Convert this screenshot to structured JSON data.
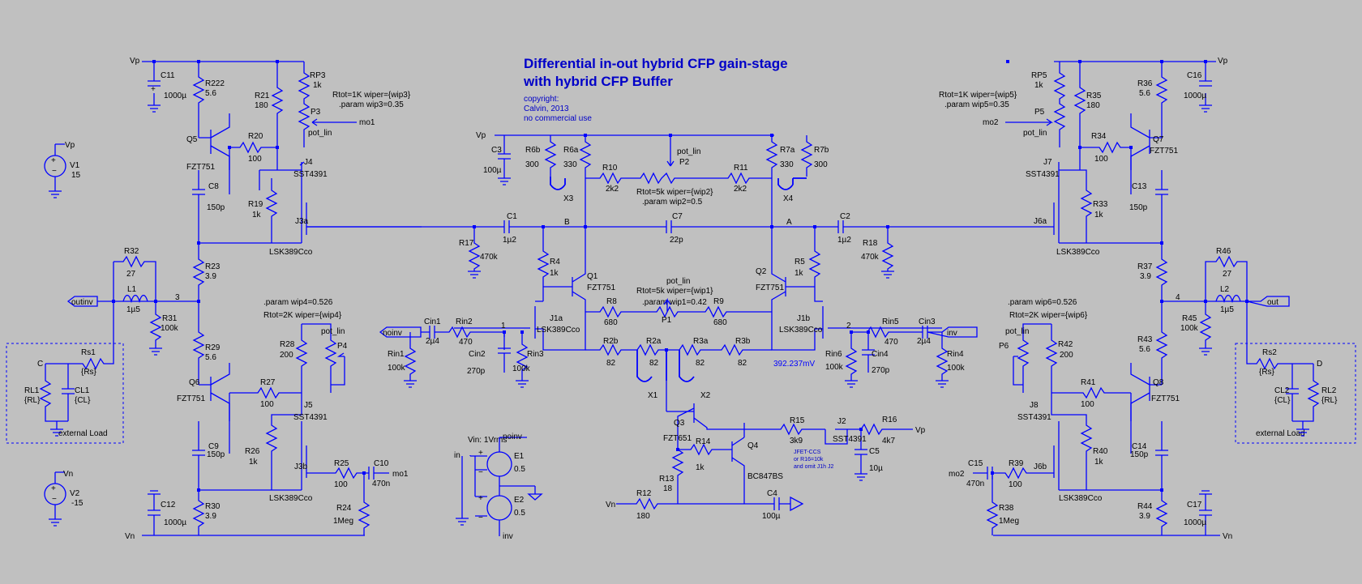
{
  "title_lines": [
    "Differential in-out hybrid CFP gain-stage",
    "with hybrid CFP Buffer"
  ],
  "copyright": [
    "copyright:",
    "Calvin, 2013",
    "no commercial use"
  ],
  "jfet_note": [
    "JFET-CCS",
    "or R16=10k",
    "and omit J1h J2"
  ],
  "probe_voltage": "392.237mV",
  "nets": {
    "vp": "Vp",
    "vn": "Vn",
    "noinv": "noinv",
    "inv": "inv",
    "outinv": "outinv",
    "out": "out",
    "mo1": "mo1",
    "mo2": "mo2",
    "in": "in",
    "b": "B",
    "a": "A",
    "n1": "1",
    "n2": "2",
    "n3": "3",
    "n4": "4",
    "c": "C",
    "d": "D"
  },
  "sources": {
    "v1": [
      "V1",
      "15"
    ],
    "v2": [
      "V2",
      "-15"
    ],
    "e1": [
      "E1",
      "0.5"
    ],
    "e2": [
      "E2",
      "0.5"
    ],
    "vin": "Vin: 1Vrms"
  },
  "directives": {
    "p3": [
      "Rtot=1K wiper={wip3}",
      ".param wip3=0.35"
    ],
    "p5": [
      "Rtot=1K wiper={wip5}",
      ".param wip5=0.35"
    ],
    "p2": [
      "Rtot=5k wiper={wip2}",
      ".param wip2=0.5"
    ],
    "p1": [
      "pot_lin",
      "Rtot=5k wiper={wip1}",
      ".param wip1=0.42"
    ],
    "p4": [
      ".param wip4=0.526",
      "Rtot=2K wiper={wip4}"
    ],
    "p6": [
      ".param wip6=0.526",
      "Rtot=2K wiper={wip6}"
    ]
  },
  "load_label": "external Load",
  "components": {
    "c11": [
      "C11",
      "1000µ"
    ],
    "r222": [
      "R222",
      "5.6"
    ],
    "r21": [
      "R21",
      "180"
    ],
    "rp3": [
      "RP3",
      "1k"
    ],
    "p3": [
      "P3",
      "pot_lin"
    ],
    "q5": [
      "Q5",
      "FZT751"
    ],
    "r20": [
      "R20",
      "100"
    ],
    "j4": [
      "J4",
      "SST4391"
    ],
    "c8": [
      "C8",
      "150p"
    ],
    "r19": [
      "R19",
      "1k"
    ],
    "j3a": [
      "J3a",
      "LSK389Cco"
    ],
    "r32": [
      "R32",
      "27"
    ],
    "l1": [
      "L1",
      "1µ5"
    ],
    "r31": [
      "R31",
      "100k"
    ],
    "r23": [
      "R23",
      "3.9"
    ],
    "r29": [
      "R29",
      "5.6"
    ],
    "r28": [
      "R28",
      "200"
    ],
    "p4": [
      "P4",
      "pot_lin"
    ],
    "q6": [
      "Q6",
      "FZT751"
    ],
    "r27": [
      "R27",
      "100"
    ],
    "j5": [
      "J5",
      "SST4391"
    ],
    "c9": [
      "C9",
      "150p"
    ],
    "r26": [
      "R26",
      "1k"
    ],
    "j3b": [
      "J3b",
      "LSK389Cco"
    ],
    "r25": [
      "R25",
      "100"
    ],
    "c10": [
      "C10",
      "470n"
    ],
    "r24": [
      "R24",
      "1Meg"
    ],
    "c12": [
      "C12",
      "1000µ"
    ],
    "r30": [
      "R30",
      "3.9"
    ],
    "rs1": [
      "Rs1",
      "{Rs}"
    ],
    "rl1": [
      "RL1",
      "{RL}"
    ],
    "cl1": [
      "CL1",
      "{CL}"
    ],
    "c3": [
      "C3",
      "100µ"
    ],
    "r6b": [
      "R6b",
      "300"
    ],
    "r6a": [
      "R6a",
      "330"
    ],
    "x3": "X3",
    "r10": [
      "R10",
      "2k2"
    ],
    "p2": [
      "P2",
      "pot_lin"
    ],
    "r11": [
      "R11",
      "2k2"
    ],
    "r7a": [
      "R7a",
      "330"
    ],
    "r7b": [
      "R7b",
      "300"
    ],
    "x4": "X4",
    "c1": [
      "C1",
      "1µ2"
    ],
    "r17": [
      "R17",
      "470k"
    ],
    "c7": [
      "C7",
      "22p"
    ],
    "c2": [
      "C2",
      "1µ2"
    ],
    "r18": [
      "R18",
      "470k"
    ],
    "r4": [
      "R4",
      "1k"
    ],
    "q1": [
      "Q1",
      "FZT751"
    ],
    "r5": [
      "R5",
      "1k"
    ],
    "q2": [
      "Q2",
      "FZT751"
    ],
    "r8": [
      "R8",
      "680"
    ],
    "p1": "P1",
    "r9": [
      "R9",
      "680"
    ],
    "j1a": [
      "J1a",
      "LSK389Cco"
    ],
    "j1b": [
      "J1b",
      "LSK389Cco"
    ],
    "cin1": [
      "Cin1",
      "2µ4"
    ],
    "rin2": [
      "Rin2",
      "470"
    ],
    "cin2": [
      "Cin2",
      "270p"
    ],
    "rin3": [
      "Rin3",
      "100k"
    ],
    "rin1": [
      "Rin1",
      "100k"
    ],
    "r2b": [
      "R2b",
      "82"
    ],
    "r2a": [
      "R2a",
      "82"
    ],
    "r3a": [
      "R3a",
      "82"
    ],
    "r3b": [
      "R3b",
      "82"
    ],
    "x1": "X1",
    "x2": "X2",
    "rin5": [
      "Rin5",
      "470"
    ],
    "cin3": [
      "Cin3",
      "2µ4"
    ],
    "rin6": [
      "Rin6",
      "100k"
    ],
    "cin4": [
      "Cin4",
      "270p"
    ],
    "rin4": [
      "Rin4",
      "100k"
    ],
    "q3": [
      "Q3",
      "FZT651"
    ],
    "r15": [
      "R15",
      "3k9"
    ],
    "j2": [
      "J2",
      "SST4391"
    ],
    "r16": [
      "R16",
      "4k7"
    ],
    "c5": [
      "C5",
      "10µ"
    ],
    "r14": [
      "R14",
      "1k"
    ],
    "q4": [
      "Q4",
      "BC847BS"
    ],
    "r13": [
      "R13",
      "18"
    ],
    "r12": [
      "R12",
      "180"
    ],
    "c4": [
      "C4",
      "100µ"
    ],
    "rp5": [
      "RP5",
      "1k"
    ],
    "p5": [
      "P5",
      "pot_lin"
    ],
    "r35": [
      "R35",
      "180"
    ],
    "r36": [
      "R36",
      "5.6"
    ],
    "c16": [
      "C16",
      "1000µ"
    ],
    "q7": [
      "Q7",
      "FZT751"
    ],
    "r34": [
      "R34",
      "100"
    ],
    "j7": [
      "J7",
      "SST4391"
    ],
    "c13": [
      "C13",
      "150p"
    ],
    "r33": [
      "R33",
      "1k"
    ],
    "j6a": [
      "J6a",
      "LSK389Cco"
    ],
    "r37": [
      "R37",
      "3.9"
    ],
    "r46": [
      "R46",
      "27"
    ],
    "l2": [
      "L2",
      "1µ5"
    ],
    "r45": [
      "R45",
      "100k"
    ],
    "r43": [
      "R43",
      "5.6"
    ],
    "r42": [
      "R42",
      "200"
    ],
    "p6": [
      "P6",
      "pot_lin"
    ],
    "q8": [
      "Q8",
      "FZT751"
    ],
    "r41": [
      "R41",
      "100"
    ],
    "j8": [
      "J8",
      "SST4391"
    ],
    "c14": [
      "C14",
      "150p"
    ],
    "r40": [
      "R40",
      "1k"
    ],
    "j6b": [
      "J6b",
      "LSK389Cco"
    ],
    "r39": [
      "R39",
      "100"
    ],
    "c15": [
      "C15",
      "470n"
    ],
    "r38": [
      "R38",
      "1Meg"
    ],
    "c17": [
      "C17",
      "1000µ"
    ],
    "r44": [
      "R44",
      "3.9"
    ],
    "rs2": [
      "Rs2",
      "{Rs}"
    ],
    "rl2": [
      "RL2",
      "{RL}"
    ],
    "cl2": [
      "CL2",
      "{CL}"
    ]
  }
}
